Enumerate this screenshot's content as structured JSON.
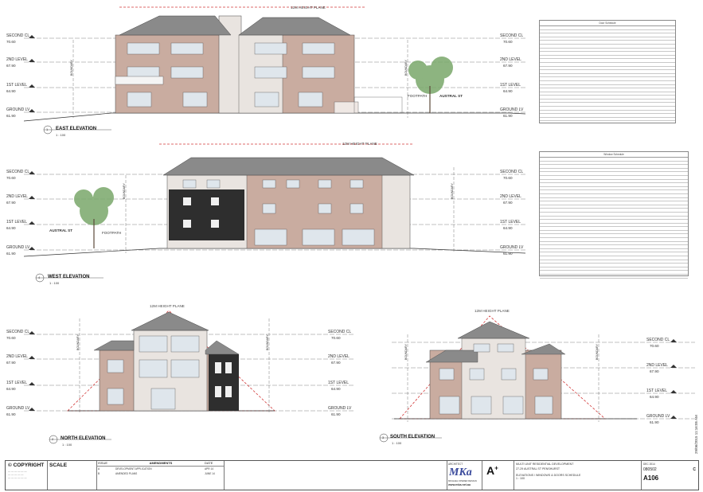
{
  "height_plane": "12M HEIGHT PLANE",
  "levels": [
    {
      "name": "SECOND CL",
      "value": "70.60"
    },
    {
      "name": "2ND LEVEL",
      "value": "67.90"
    },
    {
      "name": "1ST LEVEL",
      "value": "64.90"
    },
    {
      "name": "GROUND LV",
      "value": "61.90"
    }
  ],
  "elevations": {
    "east": {
      "number": "1",
      "title": "EAST ELEVATION",
      "scale": "1 : 100"
    },
    "west": {
      "number": "4",
      "title": "WEST ELEVATION",
      "scale": "1 : 100"
    },
    "north": {
      "number": "2",
      "title": "NORTH ELEVATION",
      "scale": "1 : 100"
    },
    "south": {
      "number": "3",
      "title": "SOUTH ELEVATION",
      "scale": "1 : 100"
    }
  },
  "labels": {
    "boundary": "BOUNDARY",
    "austral_st": "AUSTRAL ST",
    "footpath": "FOOTPATH"
  },
  "schedules": {
    "window": "Door Schedule",
    "door": "Window Schedule"
  },
  "title_block": {
    "copyright": "COPYRIGHT",
    "scale": "SCALE",
    "amendments": "AMENDMENTS",
    "issue": "ISSUE",
    "date": "DATE",
    "amend_rows": [
      {
        "issue": "A",
        "text": "DEVELOPMENT APPLICATION",
        "date": "APR 14"
      },
      {
        "issue": "B",
        "text": "AMENDED PLANS",
        "date": "JUNE 14"
      }
    ],
    "architect": "ARCHITECT",
    "firm_logo": "MKa",
    "firm_name": "MICHAEL KPEREZ DESIGN",
    "website": "www.mka.net.au",
    "project": "MULTI UNIT RESIDENTIAL DEVELOPMENT",
    "address": "27-29 AUSTRAL ST PENSHURST",
    "drawing": "ELEVATIONS / WINDOWS & DOORS SCHEDULE",
    "project_no": "080502",
    "revision": "C",
    "sheet_no": "A106",
    "sheet_scale": "1 : 100",
    "date_printed": "DEC 2014",
    "stamp": "29/06/2015 11:16:05 AM"
  },
  "colors": {
    "brick": "#c9aca0",
    "render": "#e9e4e0",
    "roof": "#8a8a8a",
    "dark_cladding": "#2e2e2e",
    "height_plane": "#d23a3a",
    "tree": "#7aa86a"
  }
}
